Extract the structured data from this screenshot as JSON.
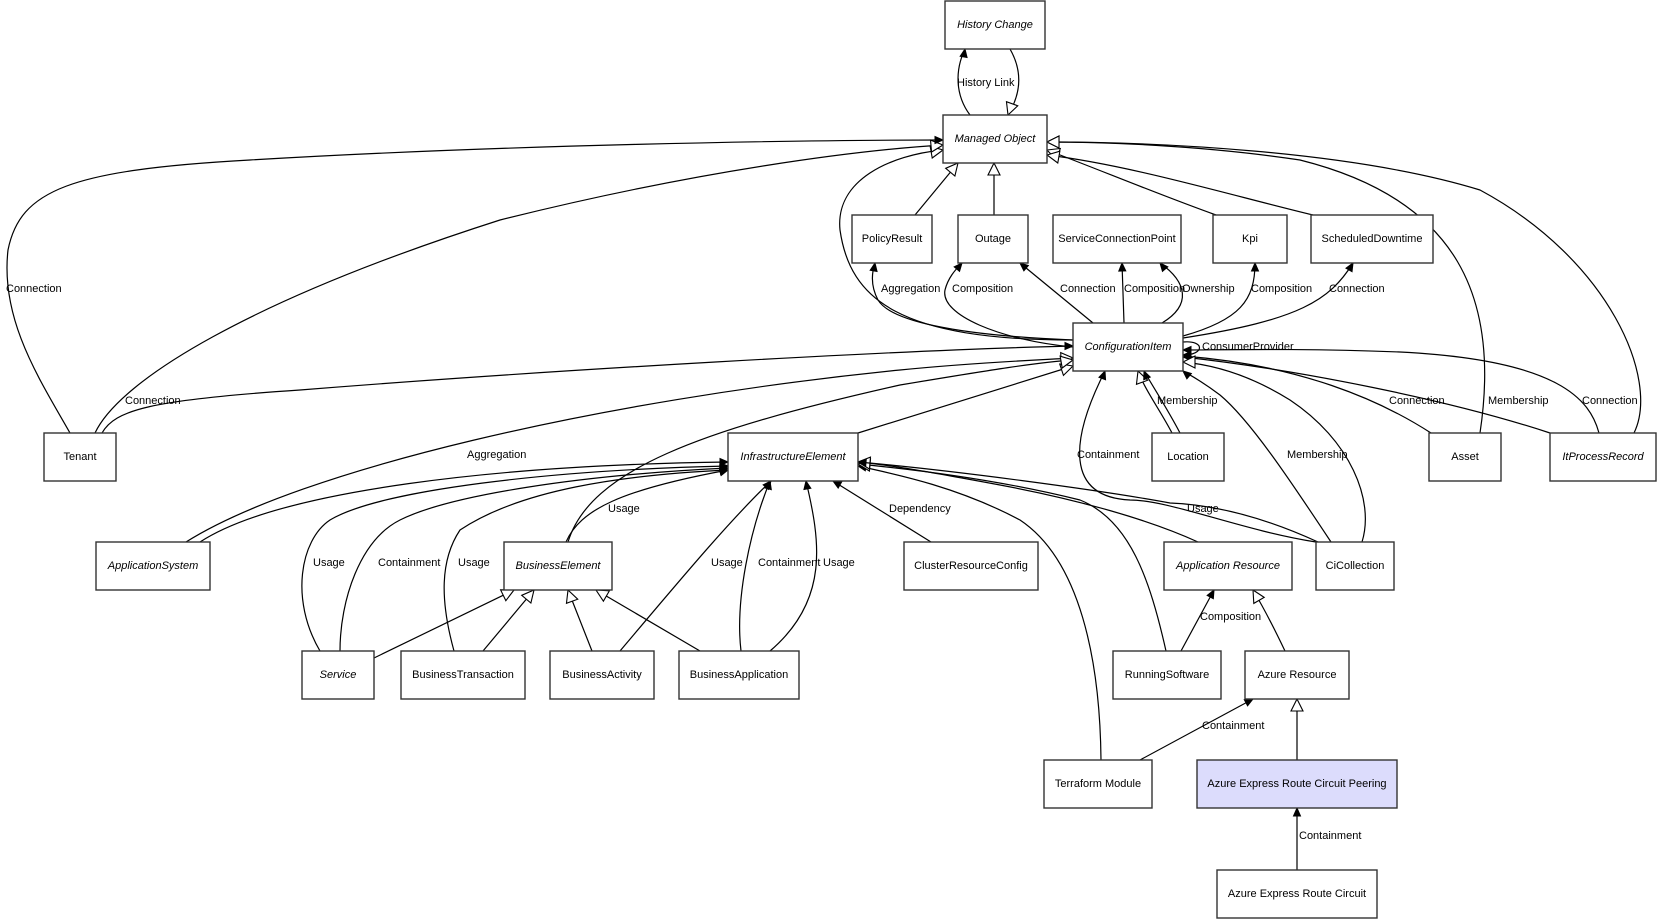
{
  "diagram": {
    "title": "Azure Express Route Circuit Peering class relationships",
    "highlight_color": "#dcdcfc",
    "nodes": [
      {
        "id": "history_change",
        "label": "History Change",
        "abstract": true
      },
      {
        "id": "managed_object",
        "label": "Managed Object",
        "abstract": true
      },
      {
        "id": "policy_result",
        "label": "PolicyResult",
        "abstract": false
      },
      {
        "id": "outage",
        "label": "Outage",
        "abstract": false
      },
      {
        "id": "service_connection_point",
        "label": "ServiceConnectionPoint",
        "abstract": false
      },
      {
        "id": "kpi",
        "label": "Kpi",
        "abstract": false
      },
      {
        "id": "scheduled_downtime",
        "label": "ScheduledDowntime",
        "abstract": false
      },
      {
        "id": "configuration_item",
        "label": "ConfigurationItem",
        "abstract": true
      },
      {
        "id": "tenant",
        "label": "Tenant",
        "abstract": false
      },
      {
        "id": "infrastructure_element",
        "label": "InfrastructureElement",
        "abstract": true
      },
      {
        "id": "location",
        "label": "Location",
        "abstract": false
      },
      {
        "id": "asset",
        "label": "Asset",
        "abstract": false
      },
      {
        "id": "it_process_record",
        "label": "ItProcessRecord",
        "abstract": true
      },
      {
        "id": "application_system",
        "label": "ApplicationSystem",
        "abstract": true
      },
      {
        "id": "business_element",
        "label": "BusinessElement",
        "abstract": true
      },
      {
        "id": "cluster_resource_config",
        "label": "ClusterResourceConfig",
        "abstract": false
      },
      {
        "id": "application_resource",
        "label": "Application Resource",
        "abstract": true
      },
      {
        "id": "ci_collection",
        "label": "CiCollection",
        "abstract": false
      },
      {
        "id": "service",
        "label": "Service",
        "abstract": true
      },
      {
        "id": "business_transaction",
        "label": "BusinessTransaction",
        "abstract": false
      },
      {
        "id": "business_activity",
        "label": "BusinessActivity",
        "abstract": false
      },
      {
        "id": "business_application",
        "label": "BusinessApplication",
        "abstract": false
      },
      {
        "id": "running_software",
        "label": "RunningSoftware",
        "abstract": false
      },
      {
        "id": "azure_resource",
        "label": "Azure Resource",
        "abstract": false
      },
      {
        "id": "terraform_module",
        "label": "Terraform Module",
        "abstract": false
      },
      {
        "id": "azure_express_route_circuit_peering",
        "label": "Azure Express Route Circuit Peering",
        "abstract": false,
        "highlighted": true
      },
      {
        "id": "azure_express_route_circuit",
        "label": "Azure Express Route Circuit",
        "abstract": false
      }
    ],
    "edges": [
      {
        "id": "e1",
        "from": "managed_object",
        "to": "history_change",
        "kind": "association",
        "label": "History Link"
      },
      {
        "id": "e2",
        "from": "history_change",
        "to": "managed_object",
        "kind": "inheritance",
        "label": ""
      },
      {
        "id": "e3",
        "from": "policy_result",
        "to": "managed_object",
        "kind": "inheritance",
        "label": ""
      },
      {
        "id": "e4",
        "from": "outage",
        "to": "managed_object",
        "kind": "inheritance",
        "label": ""
      },
      {
        "id": "e5",
        "from": "kpi",
        "to": "managed_object",
        "kind": "inheritance",
        "label": ""
      },
      {
        "id": "e6",
        "from": "scheduled_downtime",
        "to": "managed_object",
        "kind": "inheritance",
        "label": ""
      },
      {
        "id": "e7",
        "from": "asset",
        "to": "managed_object",
        "kind": "inheritance",
        "label": ""
      },
      {
        "id": "e8",
        "from": "it_process_record",
        "to": "managed_object",
        "kind": "inheritance",
        "label": ""
      },
      {
        "id": "e9",
        "from": "configuration_item",
        "to": "managed_object",
        "kind": "inheritance",
        "label": ""
      },
      {
        "id": "e10",
        "from": "tenant",
        "to": "managed_object",
        "kind": "inheritance",
        "label": ""
      },
      {
        "id": "e11",
        "from": "tenant",
        "to": "managed_object",
        "kind": "association",
        "label": "Connection"
      },
      {
        "id": "e12",
        "from": "configuration_item",
        "to": "policy_result",
        "kind": "association",
        "label": "Aggregation"
      },
      {
        "id": "e13",
        "from": "configuration_item",
        "to": "outage",
        "kind": "association",
        "label": "Composition"
      },
      {
        "id": "e14",
        "from": "configuration_item",
        "to": "outage",
        "kind": "association",
        "label": "Connection"
      },
      {
        "id": "e15",
        "from": "configuration_item",
        "to": "service_connection_point",
        "kind": "association",
        "label": "Composition"
      },
      {
        "id": "e16",
        "from": "configuration_item",
        "to": "service_connection_point",
        "kind": "association",
        "label": "Ownership"
      },
      {
        "id": "e17",
        "from": "configuration_item",
        "to": "kpi",
        "kind": "association",
        "label": "Composition"
      },
      {
        "id": "e18",
        "from": "configuration_item",
        "to": "scheduled_downtime",
        "kind": "association",
        "label": "Connection"
      },
      {
        "id": "e19",
        "from": "configuration_item",
        "to": "configuration_item",
        "kind": "association",
        "label": "ConsumerProvider"
      },
      {
        "id": "e20",
        "from": "tenant",
        "to": "configuration_item",
        "kind": "association",
        "label": "Connection"
      },
      {
        "id": "e21",
        "from": "location",
        "to": "configuration_item",
        "kind": "inheritance",
        "label": ""
      },
      {
        "id": "e22",
        "from": "location",
        "to": "configuration_item",
        "kind": "association",
        "label": "Membership"
      },
      {
        "id": "e23",
        "from": "asset",
        "to": "configuration_item",
        "kind": "association",
        "label": "Connection"
      },
      {
        "id": "e24",
        "from": "it_process_record",
        "to": "configuration_item",
        "kind": "association",
        "label": "Membership"
      },
      {
        "id": "e25",
        "from": "it_process_record",
        "to": "configuration_item",
        "kind": "association",
        "label": "Connection"
      },
      {
        "id": "e26",
        "from": "ci_collection",
        "to": "configuration_item",
        "kind": "association",
        "label": "Containment"
      },
      {
        "id": "e27",
        "from": "ci_collection",
        "to": "configuration_item",
        "kind": "association",
        "label": "Membership"
      },
      {
        "id": "e28",
        "from": "ci_collection",
        "to": "configuration_item",
        "kind": "inheritance",
        "label": ""
      },
      {
        "id": "e29",
        "from": "infrastructure_element",
        "to": "configuration_item",
        "kind": "inheritance",
        "label": ""
      },
      {
        "id": "e30",
        "from": "application_system",
        "to": "configuration_item",
        "kind": "inheritance",
        "label": ""
      },
      {
        "id": "e31",
        "from": "business_element",
        "to": "configuration_item",
        "kind": "inheritance",
        "label": ""
      },
      {
        "id": "e32",
        "from": "application_system",
        "to": "infrastructure_element",
        "kind": "association",
        "label": "Aggregation"
      },
      {
        "id": "e33",
        "from": "service",
        "to": "infrastructure_element",
        "kind": "association",
        "label": "Usage"
      },
      {
        "id": "e34",
        "from": "service",
        "to": "infrastructure_element",
        "kind": "association",
        "label": "Containment"
      },
      {
        "id": "e35",
        "from": "business_transaction",
        "to": "infrastructure_element",
        "kind": "association",
        "label": "Usage"
      },
      {
        "id": "e36",
        "from": "business_element",
        "to": "infrastructure_element",
        "kind": "association",
        "label": "Usage"
      },
      {
        "id": "e37",
        "from": "business_activity",
        "to": "infrastructure_element",
        "kind": "association",
        "label": "Usage"
      },
      {
        "id": "e38",
        "from": "business_application",
        "to": "infrastructure_element",
        "kind": "association",
        "label": "Containment"
      },
      {
        "id": "e39",
        "from": "business_application",
        "to": "infrastructure_element",
        "kind": "association",
        "label": "Usage"
      },
      {
        "id": "e40",
        "from": "cluster_resource_config",
        "to": "infrastructure_element",
        "kind": "association",
        "label": "Dependency"
      },
      {
        "id": "e41",
        "from": "terraform_module",
        "to": "infrastructure_element",
        "kind": "association",
        "label": ""
      },
      {
        "id": "e42",
        "from": "running_software",
        "to": "infrastructure_element",
        "kind": "inheritance",
        "label": ""
      },
      {
        "id": "e43",
        "from": "application_resource",
        "to": "infrastructure_element",
        "kind": "inheritance",
        "label": ""
      },
      {
        "id": "e44",
        "from": "ci_collection",
        "to": "infrastructure_element",
        "kind": "association",
        "label": "Usage"
      },
      {
        "id": "e45",
        "from": "service",
        "to": "business_element",
        "kind": "inheritance",
        "label": ""
      },
      {
        "id": "e46",
        "from": "business_transaction",
        "to": "business_element",
        "kind": "inheritance",
        "label": ""
      },
      {
        "id": "e47",
        "from": "business_activity",
        "to": "business_element",
        "kind": "inheritance",
        "label": ""
      },
      {
        "id": "e48",
        "from": "business_application",
        "to": "business_element",
        "kind": "inheritance",
        "label": ""
      },
      {
        "id": "e49",
        "from": "running_software",
        "to": "application_resource",
        "kind": "association",
        "label": "Composition"
      },
      {
        "id": "e50",
        "from": "azure_resource",
        "to": "application_resource",
        "kind": "inheritance",
        "label": ""
      },
      {
        "id": "e51",
        "from": "terraform_module",
        "to": "azure_resource",
        "kind": "association",
        "label": "Containment"
      },
      {
        "id": "e52",
        "from": "azure_express_route_circuit_peering",
        "to": "azure_resource",
        "kind": "inheritance",
        "label": ""
      },
      {
        "id": "e53",
        "from": "azure_express_route_circuit",
        "to": "azure_express_route_circuit_peering",
        "kind": "association",
        "label": "Containment"
      }
    ]
  }
}
